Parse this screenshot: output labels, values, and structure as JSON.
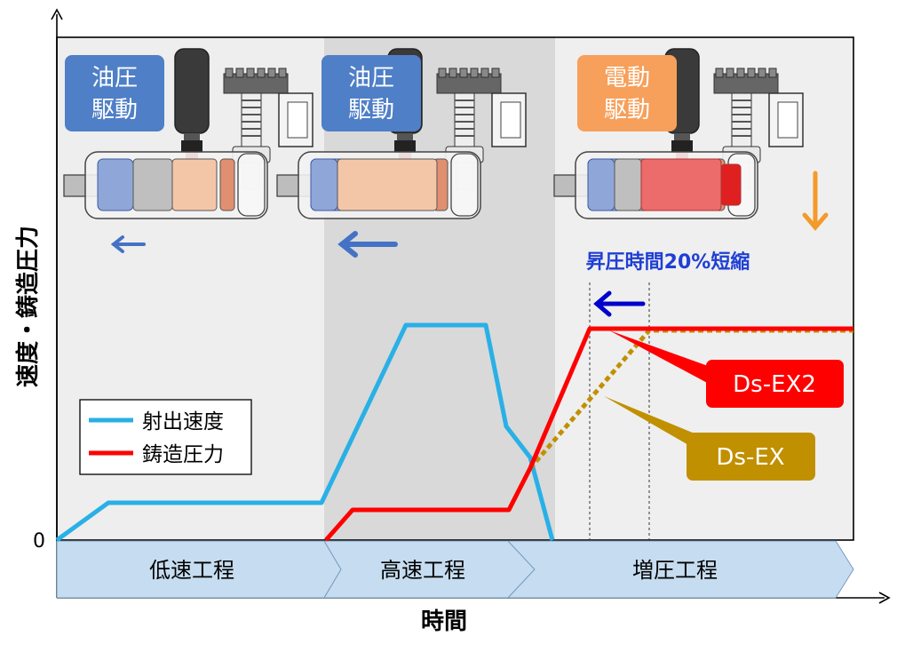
{
  "axes": {
    "y_label": "速度・鋳造圧力",
    "x_label": "時間",
    "origin_label": "0"
  },
  "drive_badges": {
    "hydraulic_1": [
      "油圧",
      "駆動"
    ],
    "hydraulic_2": [
      "油圧",
      "駆動"
    ],
    "electric": [
      "電動",
      "駆動"
    ]
  },
  "phases": [
    "低速工程",
    "高速工程",
    "増圧工程"
  ],
  "annotations": {
    "pressure_rise": "昇圧時間20%短縮",
    "ds_ex2": "Ds-EX2",
    "ds_ex": "Ds-EX"
  },
  "legend": {
    "speed": "射出速度",
    "pressure": "鋳造圧力"
  },
  "colors": {
    "speed": "#29b0e6",
    "pressure": "#ff0000",
    "ds_ex": "#c09000",
    "ds_ex2_box": "#ff0000",
    "hydraulic_badge": "#4f7fc6",
    "electric_badge": "#f7a05b",
    "arrow_blue": "#4472c4",
    "arrow_orange": "#f49a2a",
    "phase_band": "#c6dcf0",
    "high_speed_bg": "#d9d9d9",
    "other_bg": "#eeeeee"
  },
  "icons": [
    "injection-unit-hydraulic-icon",
    "injection-unit-electric-icon",
    "arrow-left-icon",
    "arrow-down-icon"
  ]
}
